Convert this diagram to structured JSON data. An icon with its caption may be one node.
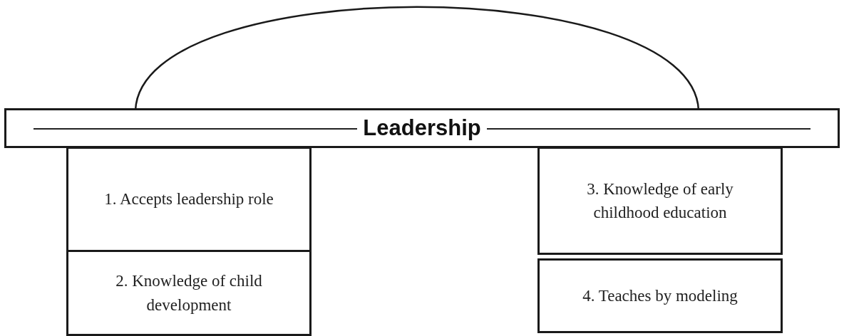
{
  "diagram": {
    "nodes": [
      {
        "text": [],
        "shape": "dome"
      },
      {
        "text": [
          "Leadership"
        ]
      },
      {
        "text": [
          "1. Accepts leadership role"
        ]
      },
      {
        "text": [
          "2. Knowledge of child development"
        ]
      },
      {
        "text": [
          "3. Knowledge of early childhood education"
        ]
      },
      {
        "text": [
          "4. Teaches by modeling"
        ]
      }
    ]
  }
}
